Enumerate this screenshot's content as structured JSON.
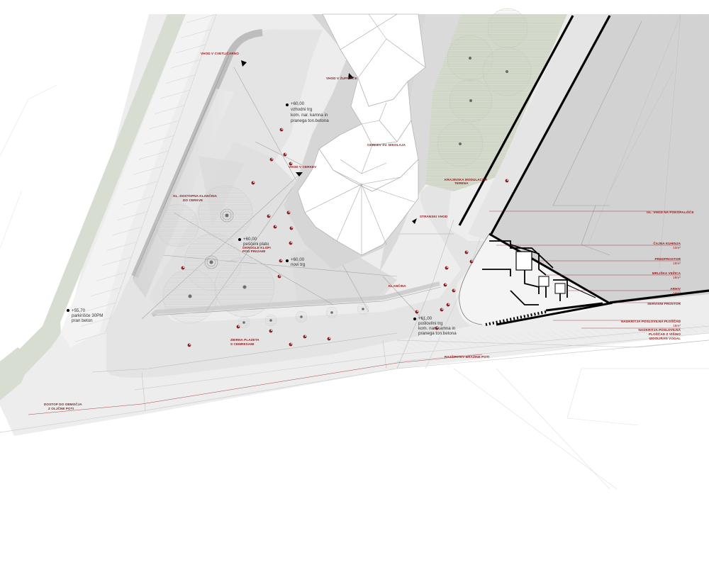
{
  "labels": {
    "vhod_cvetlicarno": "VHOD V CVETLIČARNO",
    "vhod_zupnisce": "VHOD V ŽUPNIŠČE",
    "vhod_cerkev": "VHOD V CERKEV",
    "cerkev": "CERKEV SV. NIKOLAJA",
    "dostopna_klancina_1": "GL. DOSTOPNA KLANČINA",
    "dostopna_klancina_2": "DO CERKVE",
    "okrogle_klopi_1": "OKROGLE KLOPI",
    "okrogle_klopi_2": "POD PINIJAMI",
    "krajinska_1": "KRAJINSKA MODULACIJA",
    "krajinska_2": "TERENA",
    "stranski_vhod": "STRANSKI VHOD",
    "gl_vhod_pokopalisce": "GL. VHOD NA POKOPALIŠČE",
    "klancina": "KLANČINA",
    "zbirna_1": "ZBIRNA PLAZETA",
    "zbirna_2": "S CEMRESAMI",
    "razsiritev": "RAZŠIRITEV BRAŽINE POTI",
    "dostop_1": "DOSTOP DO OBMOČJA",
    "dostop_2": "Z OLJČNE POTI"
  },
  "elevations": {
    "vzhodni": {
      "level": "+60,00",
      "lines": [
        "vzhodni trg",
        "kom. nar. kamna in",
        "pranega ton.betona"
      ]
    },
    "plato": {
      "level": "+60,00",
      "lines": [
        "peščeni plato"
      ]
    },
    "novi": {
      "level": "+60,00",
      "lines": [
        "novi trg"
      ]
    },
    "poslovilni": {
      "level": "+61,00",
      "lines": [
        "poslovilni trg",
        "kom. nar. kamna in",
        "pranega ton.betona"
      ]
    },
    "parkirisce": {
      "level": "+55,70",
      "lines": [
        "parkirišče 30PM",
        "pran beton"
      ]
    }
  },
  "legend": [
    {
      "name": "ČAJNA KUHINJA",
      "area": "10m²"
    },
    {
      "name": "PREDPROSTOR",
      "area": "18m²"
    },
    {
      "name": "MRLIŠKA VEŽICA",
      "area": "18m²"
    },
    {
      "name": "ARHIV",
      "area": "10m²"
    },
    {
      "name": "SERVISNI PROSTOR",
      "area": ""
    },
    {
      "name": "NADKRITJA POSLOVILNA PLOŠČAD",
      "area": "18m²"
    },
    {
      "name": "NADKRITJA POSLOVILNA",
      "area": ""
    },
    {
      "name": "PLOŠČAD Z VIŠINO",
      "area": ""
    },
    {
      "name": "IZOOLIRAN VOGAL",
      "area": ""
    }
  ],
  "colors": {
    "ground": "#eeeeee",
    "plaza": "#e3e3e3",
    "grass": "#d3d9cb",
    "cemetery": "#d6d6d6",
    "accent": "#8c1d1d",
    "wall": "#000000"
  }
}
